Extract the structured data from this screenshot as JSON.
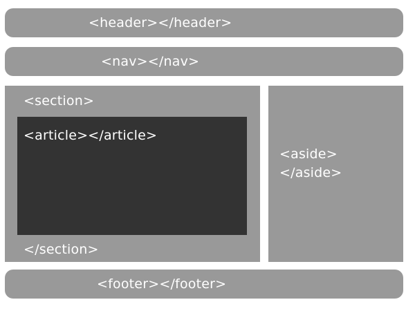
{
  "header": {
    "label": "<header></header>"
  },
  "nav": {
    "label": "<nav></nav>"
  },
  "section": {
    "open_label": "<section>",
    "close_label": "</section>",
    "article": {
      "label": "<article></article>"
    }
  },
  "aside": {
    "open_label": "<aside>",
    "close_label": "</aside>"
  },
  "footer": {
    "label": "<footer></footer>"
  },
  "colors": {
    "block_fill": "#999999",
    "article_fill": "#333333",
    "text": "#ffffff"
  }
}
